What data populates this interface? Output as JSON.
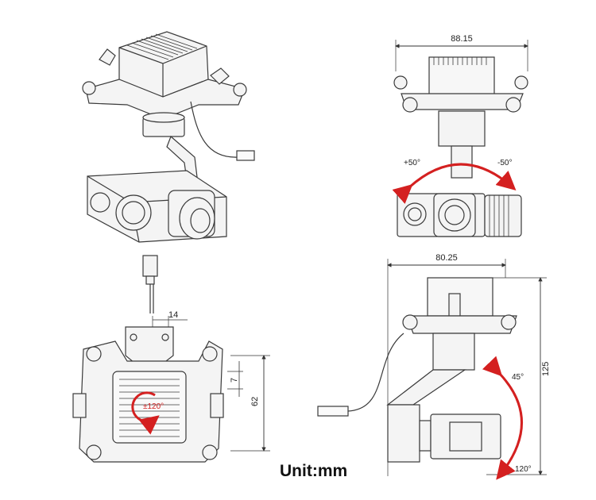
{
  "dimensions": {
    "top_width": "88.15",
    "bottom_width": "80.25",
    "height": "125",
    "mount_height": "62",
    "mount_gap": "7",
    "connector_offset": "14"
  },
  "angles": {
    "yaw_left": "+50°",
    "yaw_right": "-50°",
    "rotation": "±120°",
    "pitch_up": "45°",
    "pitch_down": "120°"
  },
  "unit_label": "Unit:mm",
  "colors": {
    "line": "#3a3a3a",
    "accent": "#d42020"
  }
}
